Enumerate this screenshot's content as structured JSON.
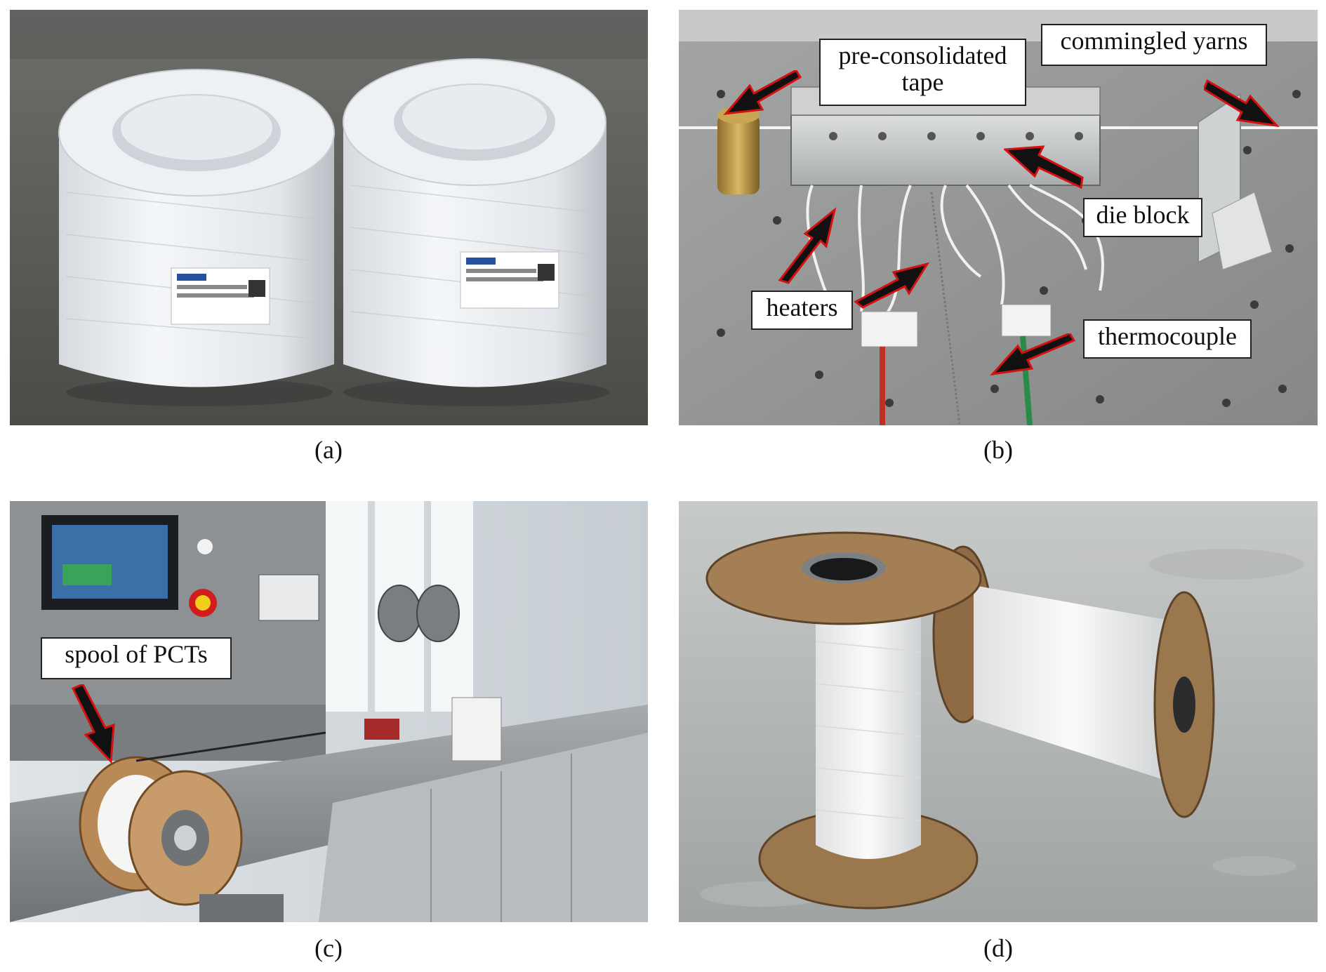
{
  "panels": [
    {
      "id": "a",
      "caption": "(a)",
      "labels": []
    },
    {
      "id": "b",
      "caption": "(b)",
      "labels": {
        "pre_consolidated_line1": "pre-consolidated",
        "pre_consolidated_line2": "tape",
        "commingled_yarns": "commingled yarns",
        "die_block": "die block",
        "heaters": "heaters",
        "thermocouple": "thermocouple"
      }
    },
    {
      "id": "c",
      "caption": "(c)",
      "labels": {
        "spool_of_pcts": "spool of PCTs"
      }
    },
    {
      "id": "d",
      "caption": "(d)",
      "labels": []
    }
  ],
  "colors": {
    "arrow_fill": "#111111",
    "arrow_outline": "#d41010",
    "label_bg": "#ffffff"
  }
}
